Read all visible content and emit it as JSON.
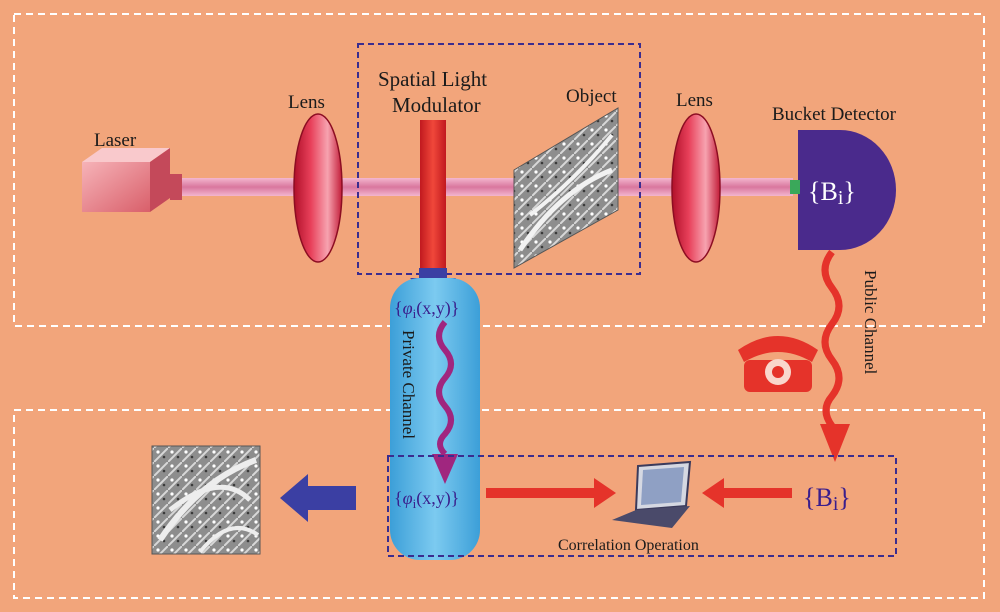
{
  "labels": {
    "laser": "Laser",
    "lens_left": "Lens",
    "slm_line1": "Spatial Light",
    "slm_line2": "Modulator",
    "object": "Object",
    "lens_right": "Lens",
    "bucket_detector": "Bucket Detector",
    "bucket_value": "{B",
    "bucket_sub": "i",
    "bucket_close": "}",
    "phase_top_open": "{",
    "phase_symbol": "φ",
    "phase_sub": "i",
    "phase_args": "(x,y)",
    "phase_top_close": "}",
    "private_channel": "Private Channel",
    "public_channel": "Public Channel",
    "bi_open": "{B",
    "bi_sub": "i",
    "bi_close": "}",
    "correlation": "Correlation Operation"
  },
  "colors": {
    "background": "#f2a57b",
    "dashed_border": "#ffffff",
    "box_dashed": "#3a2c8f",
    "beam": "#e78fb3",
    "red_arrow": "#e5332a",
    "blue_arrow": "#3b3fa3",
    "detector": "#4a2a8c",
    "channel": "#5ab7e6",
    "text": "#1b1b1b",
    "bi_text": "#3a1e8c"
  }
}
